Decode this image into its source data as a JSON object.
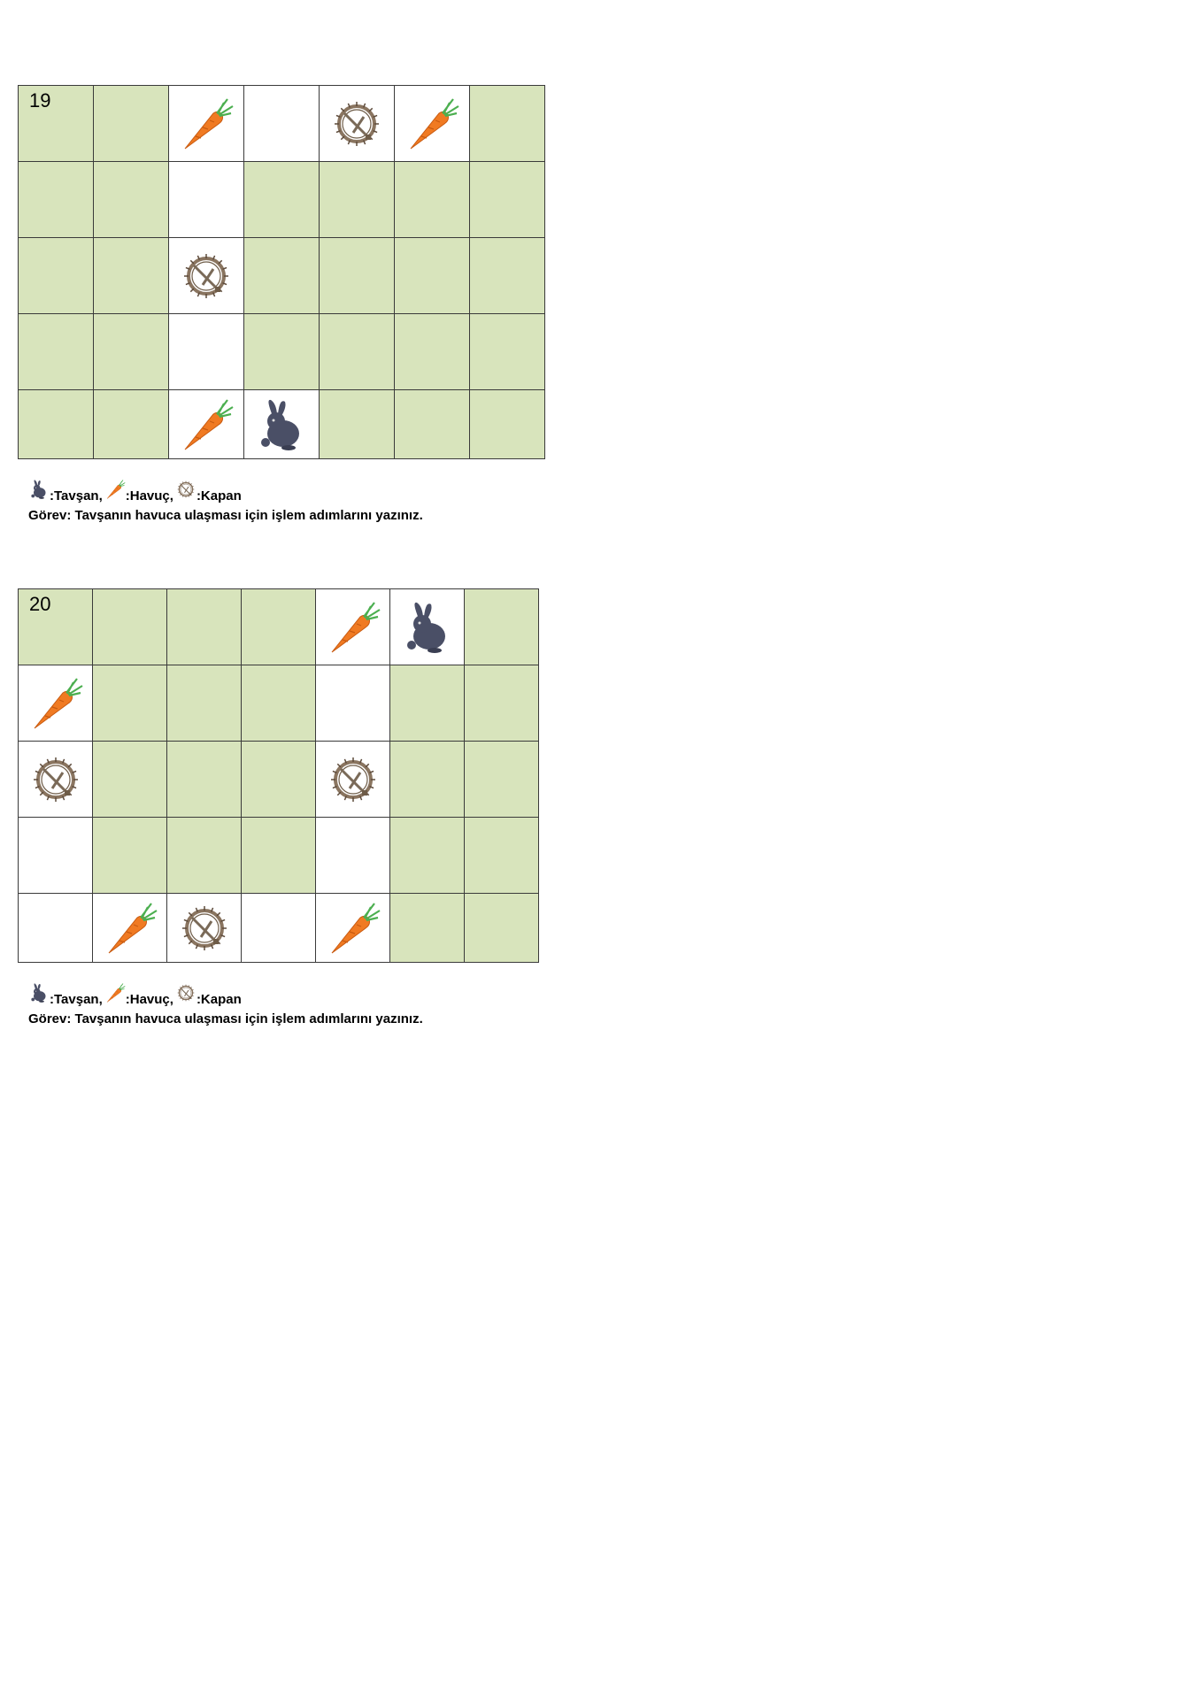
{
  "puzzles": [
    {
      "number": "19",
      "grid": [
        [
          "green",
          "green",
          "white:carrot",
          "white",
          "white:trap",
          "white:carrot",
          "green"
        ],
        [
          "green",
          "green",
          "white",
          "green",
          "green",
          "green",
          "green"
        ],
        [
          "green",
          "green",
          "white:trap",
          "green",
          "green",
          "green",
          "green"
        ],
        [
          "green",
          "green",
          "white",
          "green",
          "green",
          "green",
          "green"
        ],
        [
          "green",
          "green",
          "white:carrot",
          "white:rabbit",
          "green",
          "green",
          "green"
        ]
      ],
      "legend": {
        "rabbit": ":Tavşan,",
        "carrot": ":Havuç,",
        "trap": ":Kapan"
      },
      "task": "Görev: Tavşanın havuca ulaşması için işlem adımlarını yazınız."
    },
    {
      "number": "20",
      "grid": [
        [
          "green",
          "green",
          "green",
          "green",
          "white:carrot",
          "white:rabbit",
          "green"
        ],
        [
          "white:carrot",
          "green",
          "green",
          "green",
          "white",
          "green",
          "green"
        ],
        [
          "white:trap",
          "green",
          "green",
          "green",
          "white:trap",
          "green",
          "green"
        ],
        [
          "white",
          "green",
          "green",
          "green",
          "white",
          "green",
          "green"
        ],
        [
          "white",
          "white:carrot",
          "white:trap",
          "white",
          "white:carrot",
          "green",
          "green"
        ]
      ],
      "legend": {
        "rabbit": ":Tavşan,",
        "carrot": ":Havuç,",
        "trap": ":Kapan"
      },
      "task": "Görev: Tavşanın havuca ulaşması için işlem adımlarını yazınız."
    }
  ],
  "colors": {
    "green": "#d8e4bc",
    "white": "#ffffff",
    "carrot": "#f07a22",
    "carrot_leaf": "#4caf50",
    "rabbit": "#4a4f66",
    "trap": "#8a7560"
  },
  "icons": {
    "carrot": "carrot-icon",
    "rabbit": "rabbit-icon",
    "trap": "trap-icon"
  }
}
